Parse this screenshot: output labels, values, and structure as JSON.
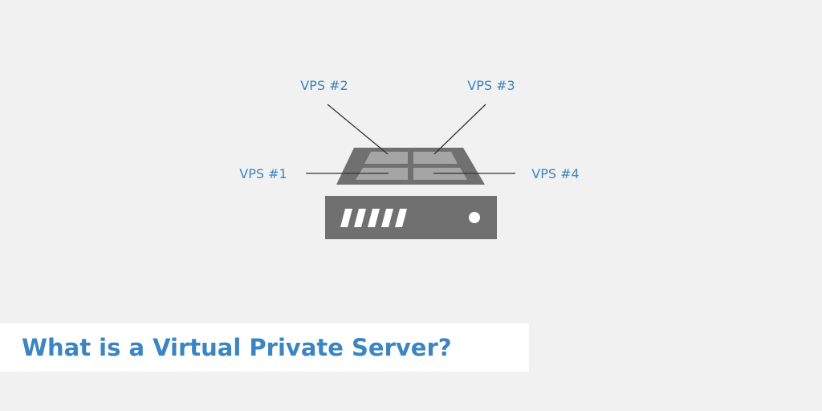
{
  "title": "What is a Virtual Private Server?",
  "labels": {
    "vps1": "VPS #1",
    "vps2": "VPS #2",
    "vps3": "VPS #3",
    "vps4": "VPS #4"
  },
  "colors": {
    "background": "#f2f1f2",
    "accent": "#3a85c2",
    "server_dark": "#717071",
    "server_light": "#a6a5a6",
    "title_box": "#ffffff"
  }
}
